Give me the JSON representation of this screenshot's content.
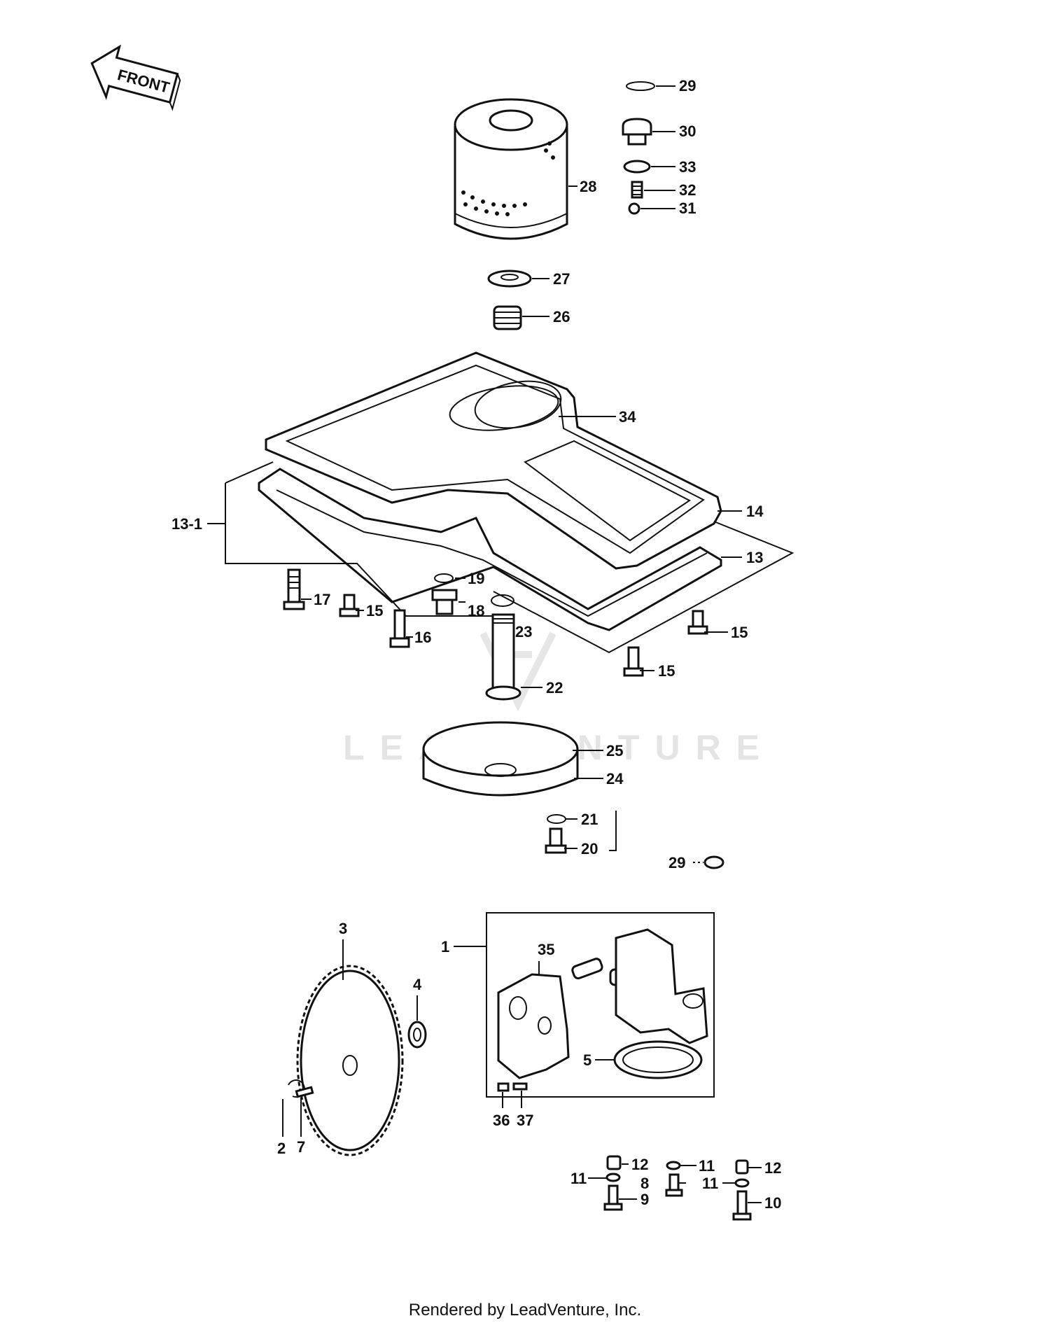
{
  "front_arrow": {
    "text": "FRONT"
  },
  "watermark": {
    "text": "LEADVENTURE"
  },
  "footer": {
    "text": "Rendered by LeadVenture, Inc."
  },
  "callouts": [
    {
      "id": "c-29a",
      "label": "29"
    },
    {
      "id": "c-30",
      "label": "30"
    },
    {
      "id": "c-33",
      "label": "33"
    },
    {
      "id": "c-32",
      "label": "32"
    },
    {
      "id": "c-31",
      "label": "31"
    },
    {
      "id": "c-28",
      "label": "28"
    },
    {
      "id": "c-27",
      "label": "27"
    },
    {
      "id": "c-26",
      "label": "26"
    },
    {
      "id": "c-34",
      "label": "34"
    },
    {
      "id": "c-14",
      "label": "14"
    },
    {
      "id": "c-13-1",
      "label": "13-1"
    },
    {
      "id": "c-13",
      "label": "13"
    },
    {
      "id": "c-19",
      "label": "19"
    },
    {
      "id": "c-17",
      "label": "17"
    },
    {
      "id": "c-18",
      "label": "18"
    },
    {
      "id": "c-15a",
      "label": "15"
    },
    {
      "id": "c-23",
      "label": "23"
    },
    {
      "id": "c-16",
      "label": "16"
    },
    {
      "id": "c-15b",
      "label": "15"
    },
    {
      "id": "c-15c",
      "label": "15"
    },
    {
      "id": "c-22",
      "label": "22"
    },
    {
      "id": "c-25",
      "label": "25"
    },
    {
      "id": "c-24",
      "label": "24"
    },
    {
      "id": "c-21",
      "label": "21"
    },
    {
      "id": "c-20",
      "label": "20"
    },
    {
      "id": "c-29b",
      "label": "29"
    },
    {
      "id": "c-3",
      "label": "3"
    },
    {
      "id": "c-1",
      "label": "1"
    },
    {
      "id": "c-35",
      "label": "35"
    },
    {
      "id": "c-4",
      "label": "4"
    },
    {
      "id": "c-5",
      "label": "5"
    },
    {
      "id": "c-36",
      "label": "36"
    },
    {
      "id": "c-37",
      "label": "37"
    },
    {
      "id": "c-2",
      "label": "2"
    },
    {
      "id": "c-7",
      "label": "7"
    },
    {
      "id": "c-12a",
      "label": "12"
    },
    {
      "id": "c-11a",
      "label": "11"
    },
    {
      "id": "c-12b",
      "label": "12"
    },
    {
      "id": "c-11b",
      "label": "11"
    },
    {
      "id": "c-8",
      "label": "8"
    },
    {
      "id": "c-11c",
      "label": "11"
    },
    {
      "id": "c-9",
      "label": "9"
    },
    {
      "id": "c-10",
      "label": "10"
    }
  ]
}
